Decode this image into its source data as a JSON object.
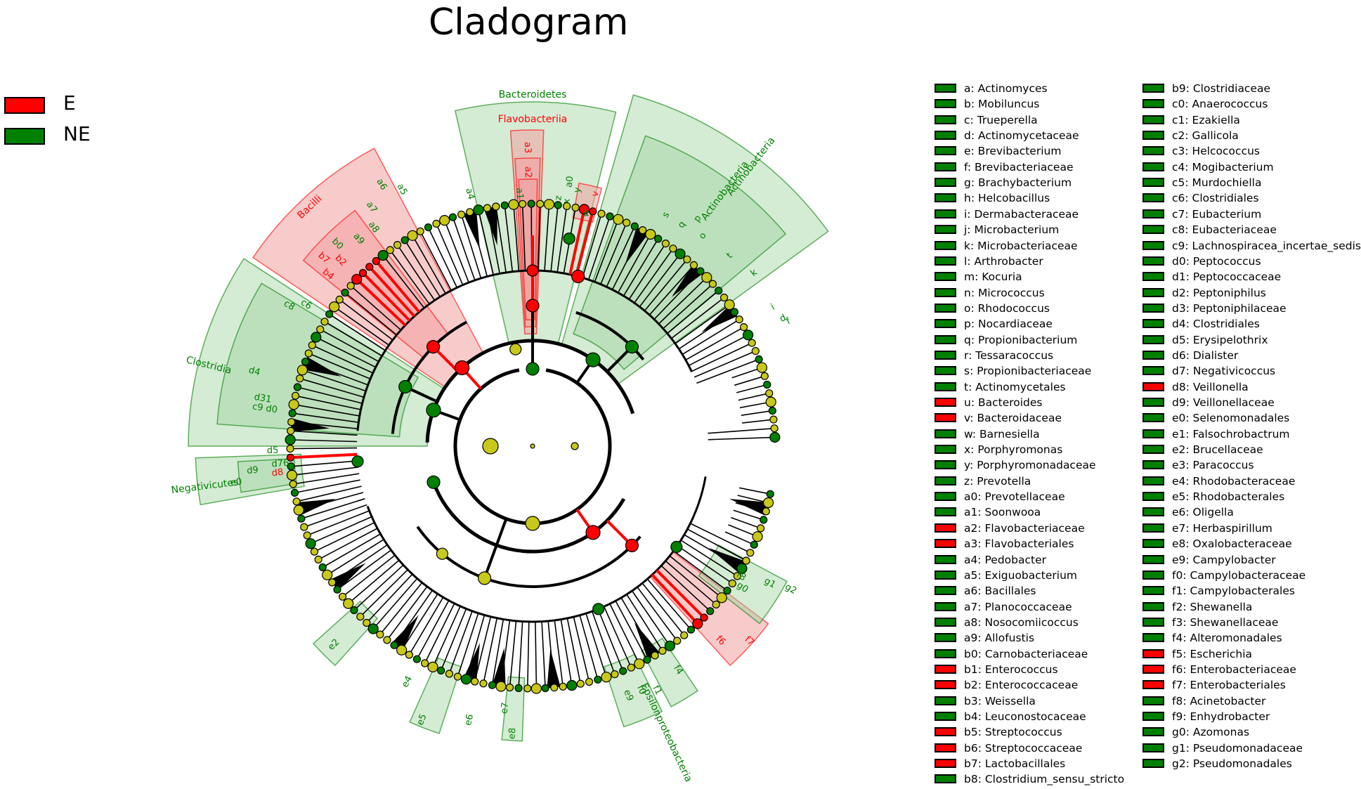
{
  "title": "Cladogram",
  "colors": {
    "E": "#ff0000",
    "NE": "#008000",
    "node": "#c8c81a",
    "E_shade": "#f2a0a0",
    "NE_shade": "#9fd29f"
  },
  "groups": [
    {
      "label": "E",
      "color": "#ff0000"
    },
    {
      "label": "NE",
      "color": "#008000"
    }
  ],
  "clade_labels": {
    "bacteroidetes": "Bacteroidetes",
    "flavobacteriia": "Flavobacteriia",
    "actinobacteria_phylum": "Actinobacteria",
    "actinobacteria_class": "Actinobacteria",
    "bacilli": "Bacilli",
    "clostridia": "Clostridia",
    "negativicutes": "Negativicutes",
    "epsilonproteobacteria": "Epsilonproteobacteria"
  },
  "letters": {
    "a0": "a0",
    "a1": "a1",
    "a2": "a2",
    "a3": "a3",
    "a4": "a4",
    "a5": "a5",
    "a6": "a6",
    "a7": "a7",
    "a8": "a8",
    "a9": "a9",
    "b0": "b0",
    "b2": "b2",
    "b4": "b4",
    "b7": "b7",
    "c6": "c6",
    "c8": "c8",
    "d0": "d0",
    "c9": "c9",
    "d31": "d31",
    "d4": "d4",
    "d5": "d5",
    "d8": "d8",
    "d9": "d9",
    "e0": "e0",
    "d76": "d76",
    "e2": "e2",
    "e4": "e4",
    "e5": "e5",
    "e6": "e6",
    "e7": "e7",
    "e8": "e8",
    "e9": "e9",
    "f0": "f0",
    "f1": "f1",
    "f4": "f4",
    "f6": "f6",
    "f7": "f7",
    "g1": "g1",
    "g2": "g2",
    "g0": "g0",
    "f8": "f8",
    "s": "s",
    "q": "q",
    "p": "p",
    "o": "o",
    "t": "t",
    "k": "k",
    "d": "d",
    "f": "f",
    "i": "i",
    "v": "v",
    "w": "w",
    "x": "x",
    "y": "y",
    "z": "z"
  },
  "legend": [
    {
      "text": "a: Actinomyces",
      "group": "NE"
    },
    {
      "text": "b: Mobiluncus",
      "group": "NE"
    },
    {
      "text": "c: Trueperella",
      "group": "NE"
    },
    {
      "text": "d: Actinomycetaceae",
      "group": "NE"
    },
    {
      "text": "e: Brevibacterium",
      "group": "NE"
    },
    {
      "text": "f: Brevibacteriaceae",
      "group": "NE"
    },
    {
      "text": "g: Brachybacterium",
      "group": "NE"
    },
    {
      "text": "h: Helcobacillus",
      "group": "NE"
    },
    {
      "text": "i: Dermabacteraceae",
      "group": "NE"
    },
    {
      "text": "j: Microbacterium",
      "group": "NE"
    },
    {
      "text": "k: Microbacteriaceae",
      "group": "NE"
    },
    {
      "text": "l: Arthrobacter",
      "group": "NE"
    },
    {
      "text": "m: Kocuria",
      "group": "NE"
    },
    {
      "text": "n: Micrococcus",
      "group": "NE"
    },
    {
      "text": "o: Rhodococcus",
      "group": "NE"
    },
    {
      "text": "p: Nocardiaceae",
      "group": "NE"
    },
    {
      "text": "q: Propionibacterium",
      "group": "NE"
    },
    {
      "text": "r: Tessaracoccus",
      "group": "NE"
    },
    {
      "text": "s: Propionibacteriaceae",
      "group": "NE"
    },
    {
      "text": "t: Actinomycetales",
      "group": "NE"
    },
    {
      "text": "u: Bacteroides",
      "group": "E"
    },
    {
      "text": "v: Bacteroidaceae",
      "group": "E"
    },
    {
      "text": "w: Barnesiella",
      "group": "NE"
    },
    {
      "text": "x: Porphyromonas",
      "group": "NE"
    },
    {
      "text": "y: Porphyromonadaceae",
      "group": "NE"
    },
    {
      "text": "z: Prevotella",
      "group": "NE"
    },
    {
      "text": "a0: Prevotellaceae",
      "group": "NE"
    },
    {
      "text": "a1: Soonwooa",
      "group": "NE"
    },
    {
      "text": "a2: Flavobacteriaceae",
      "group": "E"
    },
    {
      "text": "a3: Flavobacteriales",
      "group": "E"
    },
    {
      "text": "a4: Pedobacter",
      "group": "NE"
    },
    {
      "text": "a5: Exiguobacterium",
      "group": "NE"
    },
    {
      "text": "a6: Bacillales",
      "group": "NE"
    },
    {
      "text": "a7: Planococcaceae",
      "group": "NE"
    },
    {
      "text": "a8: Nosocomiicoccus",
      "group": "NE"
    },
    {
      "text": "a9: Allofustis",
      "group": "NE"
    },
    {
      "text": "b0: Carnobacteriaceae",
      "group": "NE"
    },
    {
      "text": "b1: Enterococcus",
      "group": "E"
    },
    {
      "text": "b2: Enterococcaceae",
      "group": "E"
    },
    {
      "text": "b3: Weissella",
      "group": "NE"
    },
    {
      "text": "b4: Leuconostocaceae",
      "group": "NE"
    },
    {
      "text": "b5: Streptococcus",
      "group": "E"
    },
    {
      "text": "b6: Streptococcaceae",
      "group": "E"
    },
    {
      "text": "b7: Lactobacillales",
      "group": "E"
    },
    {
      "text": "b8: Clostridium_sensu_stricto",
      "group": "NE"
    },
    {
      "text": "b9: Clostridiaceae",
      "group": "NE"
    },
    {
      "text": "c0: Anaerococcus",
      "group": "NE"
    },
    {
      "text": "c1: Ezakiella",
      "group": "NE"
    },
    {
      "text": "c2: Gallicola",
      "group": "NE"
    },
    {
      "text": "c3: Helcococcus",
      "group": "NE"
    },
    {
      "text": "c4: Mogibacterium",
      "group": "NE"
    },
    {
      "text": "c5: Murdochiella",
      "group": "NE"
    },
    {
      "text": "c6: Clostridiales",
      "group": "NE"
    },
    {
      "text": "c7: Eubacterium",
      "group": "NE"
    },
    {
      "text": "c8: Eubacteriaceae",
      "group": "NE"
    },
    {
      "text": "c9: Lachnospiracea_incertae_sedis",
      "group": "NE"
    },
    {
      "text": "d0: Peptococcus",
      "group": "NE"
    },
    {
      "text": "d1: Peptococcaceae",
      "group": "NE"
    },
    {
      "text": "d2: Peptoniphilus",
      "group": "NE"
    },
    {
      "text": "d3: Peptoniphilaceae",
      "group": "NE"
    },
    {
      "text": "d4: Clostridiales",
      "group": "NE"
    },
    {
      "text": "d5: Erysipelothrix",
      "group": "NE"
    },
    {
      "text": "d6: Dialister",
      "group": "NE"
    },
    {
      "text": "d7: Negativicoccus",
      "group": "NE"
    },
    {
      "text": "d8: Veillonella",
      "group": "E"
    },
    {
      "text": "d9: Veillonellaceae",
      "group": "NE"
    },
    {
      "text": "e0: Selenomonadales",
      "group": "NE"
    },
    {
      "text": "e1: Falsochrobactrum",
      "group": "NE"
    },
    {
      "text": "e2: Brucellaceae",
      "group": "NE"
    },
    {
      "text": "e3: Paracoccus",
      "group": "NE"
    },
    {
      "text": "e4: Rhodobacteraceae",
      "group": "NE"
    },
    {
      "text": "e5: Rhodobacterales",
      "group": "NE"
    },
    {
      "text": "e6: Oligella",
      "group": "NE"
    },
    {
      "text": "e7: Herbaspirillum",
      "group": "NE"
    },
    {
      "text": "e8: Oxalobacteraceae",
      "group": "NE"
    },
    {
      "text": "e9: Campylobacter",
      "group": "NE"
    },
    {
      "text": "f0: Campylobacteraceae",
      "group": "NE"
    },
    {
      "text": "f1: Campylobacterales",
      "group": "NE"
    },
    {
      "text": "f2: Shewanella",
      "group": "NE"
    },
    {
      "text": "f3: Shewanellaceae",
      "group": "NE"
    },
    {
      "text": "f4: Alteromonadales",
      "group": "NE"
    },
    {
      "text": "f5: Escherichia",
      "group": "E"
    },
    {
      "text": "f6: Enterobacteriaceae",
      "group": "E"
    },
    {
      "text": "f7: Enterobacteriales",
      "group": "E"
    },
    {
      "text": "f8: Acinetobacter",
      "group": "NE"
    },
    {
      "text": "f9: Enhydrobacter",
      "group": "NE"
    },
    {
      "text": "g0: Azomonas",
      "group": "NE"
    },
    {
      "text": "g1: Pseudomonadaceae",
      "group": "NE"
    },
    {
      "text": "g2: Pseudomonadales",
      "group": "NE"
    }
  ]
}
